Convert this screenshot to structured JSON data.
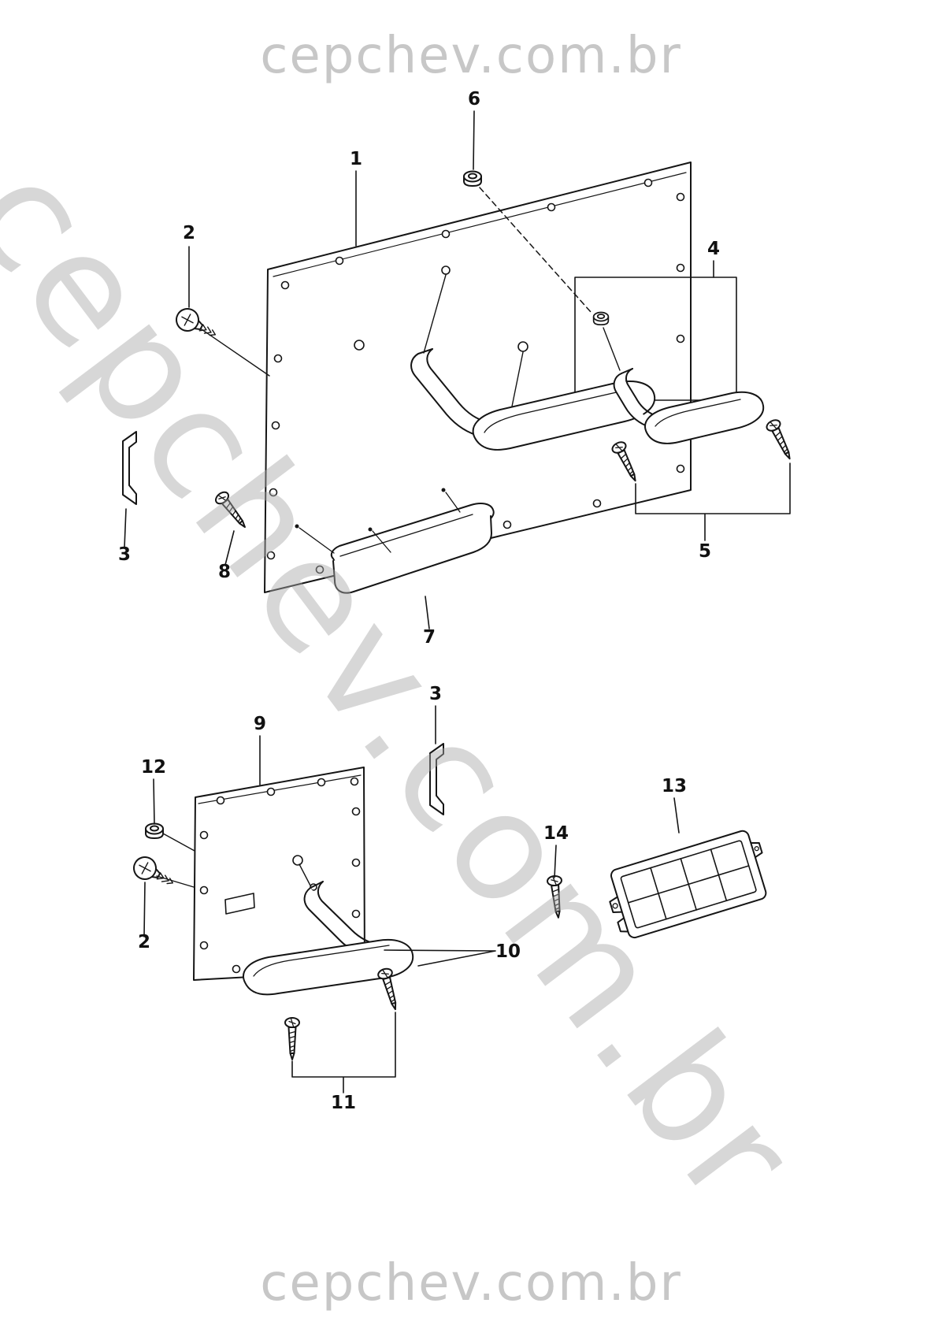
{
  "page": {
    "background": "#ffffff",
    "line_color": "#151515",
    "watermark_color": "#c7c7c7"
  },
  "watermarks": {
    "top": "cepchev.com.br",
    "diagonal": "cepchev.com.br",
    "bottom": "cepchev.com.br"
  },
  "diagram": {
    "type": "exploded-parts-diagram",
    "subject": "door trim panels with armrests, pocket, vent grille and fasteners",
    "labels": {
      "n1": "1",
      "n2_upper": "2",
      "n2_lower": "2",
      "n3_upper": "3",
      "n3_lower": "3",
      "n4": "4",
      "n5": "5",
      "n6": "6",
      "n7": "7",
      "n8": "8",
      "n9": "9",
      "n10": "10",
      "n11": "11",
      "n12": "12",
      "n13": "13",
      "n14": "14"
    },
    "parts": {
      "1": "front-door-trim-panel",
      "2": "push-pin-clip",
      "3": "retainer-clip",
      "4": "armrest-assembly-box",
      "5": "armrest-screws",
      "6": "nut-grommet",
      "7": "door-pocket-bin",
      "8": "panel-screw",
      "9": "rear-door-trim-panel",
      "10": "rear-armrest",
      "11": "rear-armrest-screws",
      "12": "nut-grommet",
      "13": "vent-grille",
      "14": "grille-screw"
    }
  }
}
